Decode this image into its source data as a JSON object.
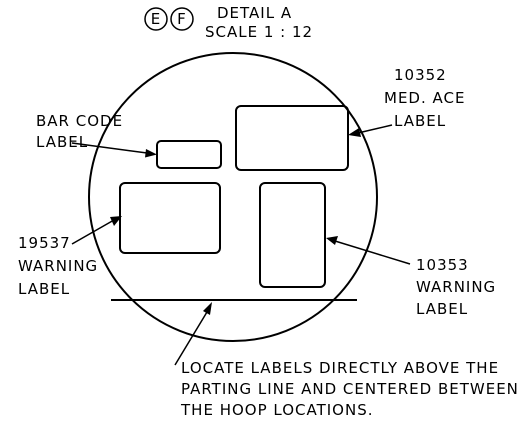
{
  "detail": {
    "title": "DETAIL A",
    "scale": "SCALE 1 : 12",
    "grid_refs": [
      "E",
      "F"
    ]
  },
  "labels": {
    "bar_code": [
      "BAR CODE",
      "LABEL"
    ],
    "med_ace": [
      "10352",
      "MED. ACE",
      "LABEL"
    ],
    "warning_19537": [
      "19537",
      "WARNING",
      "LABEL"
    ],
    "warning_10353": [
      "10353",
      "WARNING",
      "LABEL"
    ]
  },
  "note": [
    "LOCATE LABELS DIRECTLY ABOVE THE",
    "PARTING LINE AND CENTERED BETWEEN",
    "THE HOOP LOCATIONS."
  ]
}
